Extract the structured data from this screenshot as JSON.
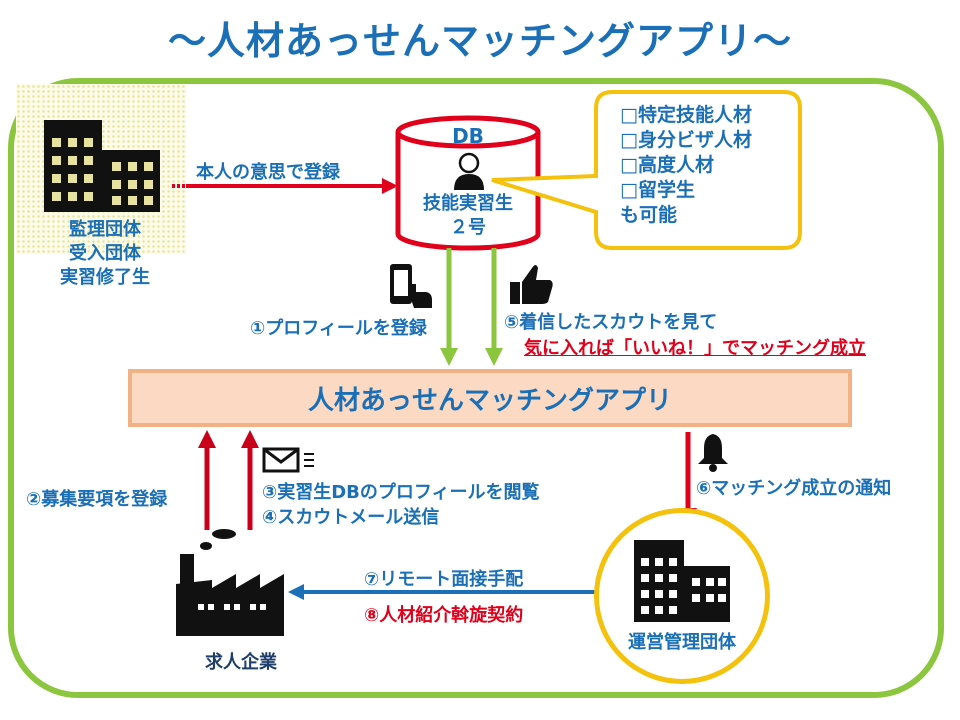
{
  "title": "～人材あっせんマッチングアプリ～",
  "supervisor": {
    "lines": [
      "監理団体",
      "受入団体",
      "実習修了生"
    ]
  },
  "db": {
    "label": "DB",
    "lines": [
      "技能実習生",
      "２号"
    ]
  },
  "callout": {
    "lines": [
      "□特定技能人材",
      "□身分ビザ人材",
      "□高度人材",
      "□留学生",
      "も可能"
    ]
  },
  "app_bar": {
    "label": "人材あっせんマッチングアプリ"
  },
  "edges": {
    "register_self": "本人の意思で登録",
    "step1": "①プロフィールを登録",
    "step5_line1": "⑤着信したスカウトを見て",
    "step5_line2": "気に入れば「いいね！」でマッチング成立",
    "step2": "②募集要項を登録",
    "step3": "③実習生DBのプロフィールを閲覧",
    "step4": "④スカウトメール送信",
    "step6": "⑥マッチング成立の通知",
    "step7": "⑦リモート面接手配",
    "step8": "⑧人材紹介斡旋契約"
  },
  "company": {
    "label": "求人企業"
  },
  "management": {
    "label": "運営管理団体"
  },
  "colors": {
    "title_blue": "#1a6fb7",
    "frame_green": "#8cc63f",
    "arrow_red": "#e0001b",
    "arrow_blue": "#1a6fb7",
    "callout_yellow": "#f4c20d",
    "app_bar_fill": "#fbd9c2"
  },
  "icons": [
    "building-icon",
    "person-icon",
    "smartphone-tap-icon",
    "thumbs-up-icon",
    "mail-icon",
    "bell-icon",
    "factory-icon"
  ]
}
